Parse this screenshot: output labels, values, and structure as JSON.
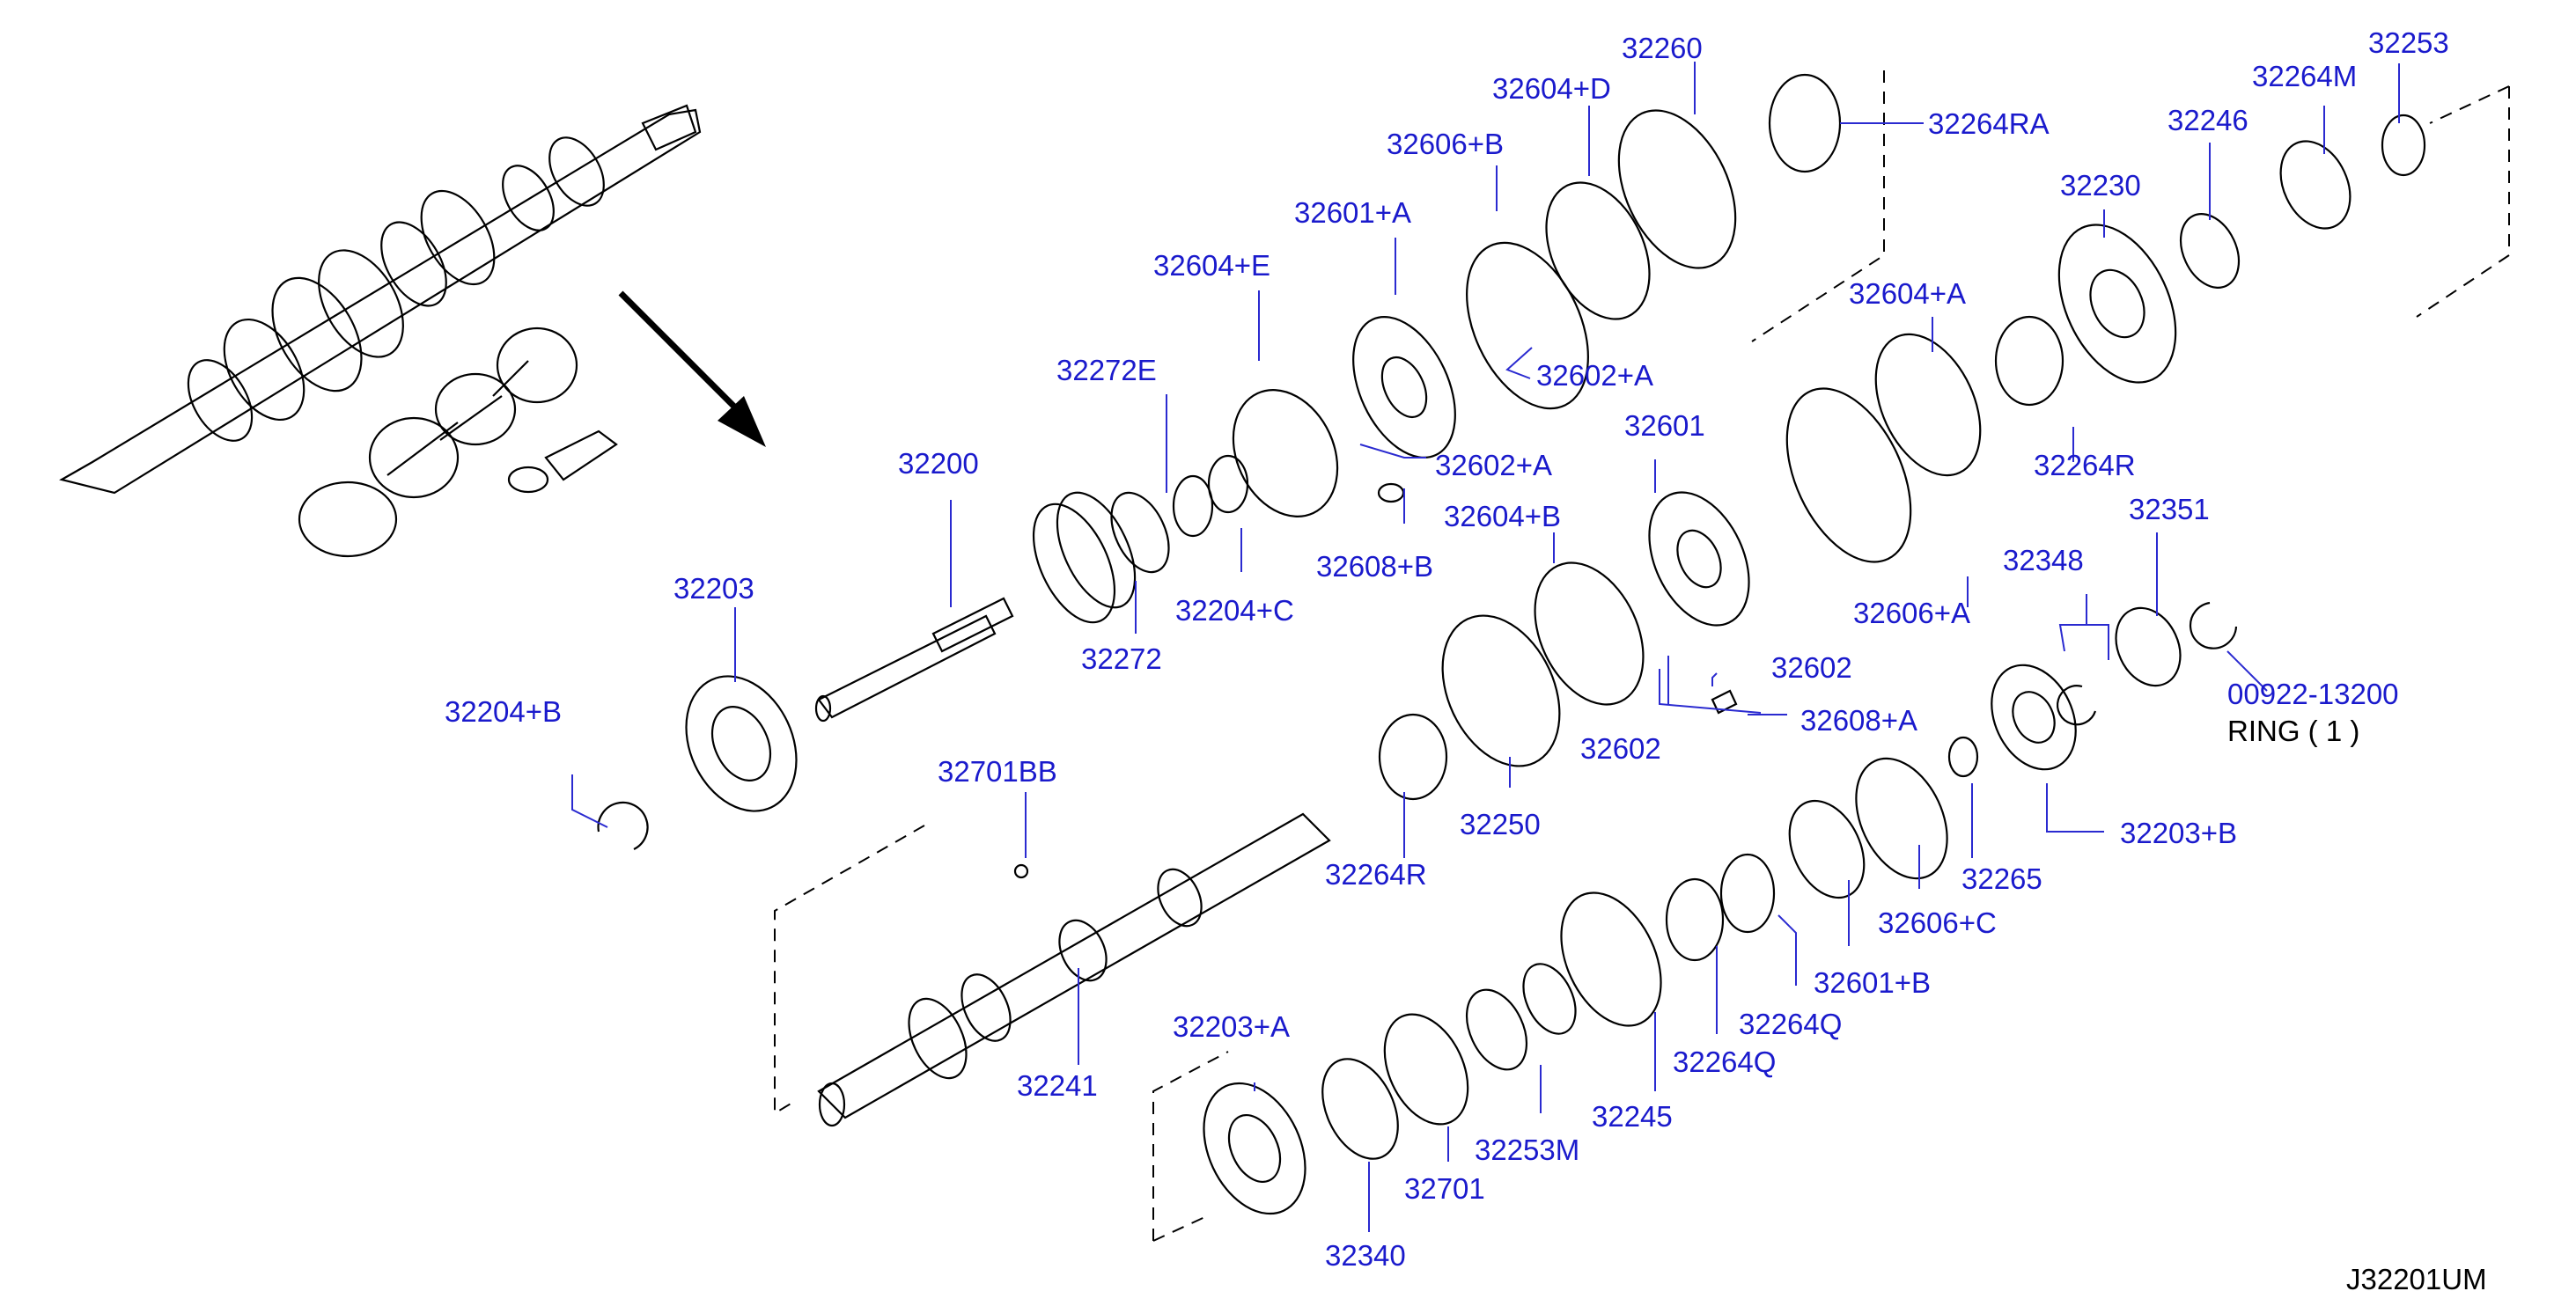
{
  "diagram": {
    "code": "J32201UM",
    "note_line1": "00922-13200",
    "note_line2": "RING    ( 1 )",
    "labels": {
      "p32260": "32260",
      "p32604D": "32604+D",
      "p32264RA": "32264RA",
      "p32253": "32253",
      "p32264M": "32264M",
      "p32606B": "32606+B",
      "p32246": "32246",
      "p32230": "32230",
      "p32601A": "32601+A",
      "p32604E": "32604+E",
      "p32604A": "32604+A",
      "p32602A_1": "32602+A",
      "p32272E": "32272E",
      "p32602A_2": "32602+A",
      "p32601": "32601",
      "p32264R_top": "32264R",
      "p32200": "32200",
      "p32608B": "32608+B",
      "p32604B": "32604+B",
      "p32351": "32351",
      "p32348": "32348",
      "p32203": "32203",
      "p32204C": "32204+C",
      "p32272": "32272",
      "p32606A": "32606+A",
      "p32602_a": "32602",
      "p32204B": "32204+B",
      "p32608A": "32608+A",
      "p32602_b": "32602",
      "p32701BB": "32701BB",
      "p32250": "32250",
      "p32203B": "32203+B",
      "p32264R_bot": "32264R",
      "p32265": "32265",
      "p32606C": "32606+C",
      "p32601B": "32601+B",
      "p32203A": "32203+A",
      "p32264Q_a": "32264Q",
      "p32264Q_b": "32264Q",
      "p32241": "32241",
      "p32245": "32245",
      "p32253M": "32253M",
      "p32701": "32701",
      "p32340": "32340"
    }
  },
  "colors": {
    "label_text": "#1a1acc",
    "leader_line": "#2a2ad0",
    "part_outline": "#000000",
    "background": "#ffffff"
  }
}
